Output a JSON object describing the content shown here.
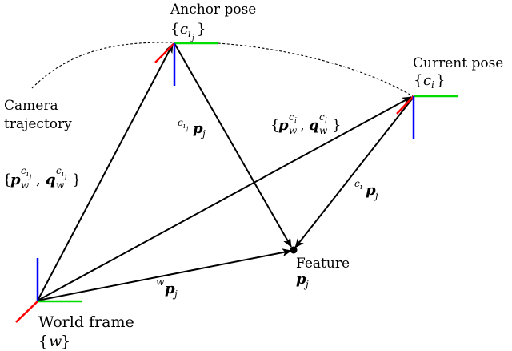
{
  "labels": {
    "anchor_pose": "Anchor pose",
    "current_pose": "Current pose",
    "camera": "Camera",
    "trajectory": "trajectory",
    "feature": "Feature",
    "world_frame": "World frame"
  },
  "math": {
    "anchor_set": "{c_{i_j}}",
    "current_set": "{c_i}",
    "world_set": "{w}",
    "anchor_feature_vec": "^{c_{i_j}} p_j",
    "current_extrinsics": "{p_w^{c_i}, q_w^{c_i}}",
    "anchor_extrinsics": "{p_w^{c_{i_j}}, q_w^{c_{i_j}}}",
    "current_feature_vec": "^{c_i} p_j",
    "feature_vec": "p_j",
    "world_feature_vec": "^w p_j"
  },
  "symbols": {
    "brace_open": "{",
    "brace_close": "}",
    "comma": ",",
    "c": "c",
    "i": "i",
    "j": "j",
    "w": "w",
    "p": "p",
    "q": "q"
  },
  "colors": {
    "axis_x": "#ff0000",
    "axis_y": "#00dd00",
    "axis_z": "#0000ff",
    "ink": "#000000"
  }
}
